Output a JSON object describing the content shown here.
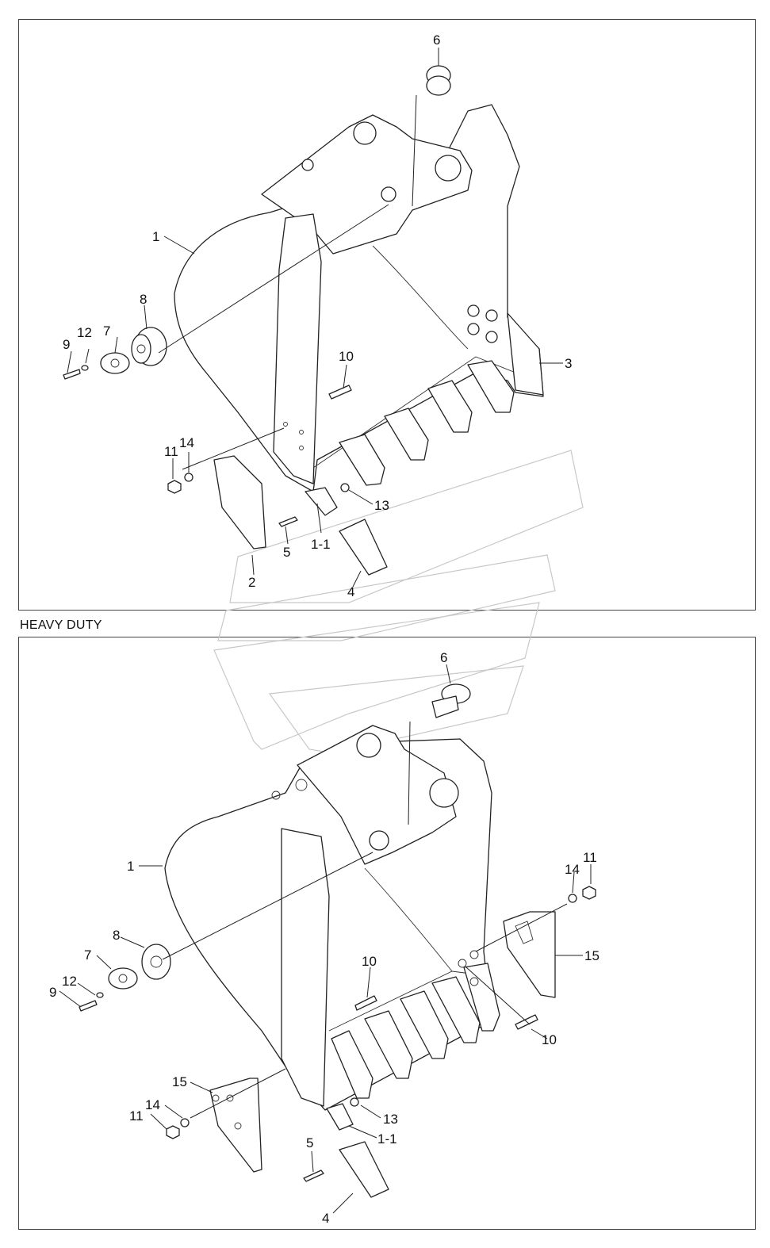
{
  "section_label": "HEAVY DUTY",
  "top": {
    "labels": {
      "l1": "1",
      "l1_1": "1-1",
      "l2": "2",
      "l3": "3",
      "l4": "4",
      "l5": "5",
      "l6": "6",
      "l7": "7",
      "l8": "8",
      "l9": "9",
      "l10": "10",
      "l11": "11",
      "l12": "12",
      "l13": "13",
      "l14": "14"
    }
  },
  "bottom": {
    "labels": {
      "l1": "1",
      "l1_1": "1-1",
      "l4": "4",
      "l5": "5",
      "l6": "6",
      "l7": "7",
      "l8": "8",
      "l9": "9",
      "l10a": "10",
      "l10b": "10",
      "l11a": "11",
      "l11b": "11",
      "l12": "12",
      "l13": "13",
      "l14a": "14",
      "l14b": "14",
      "l15a": "15",
      "l15b": "15"
    }
  }
}
